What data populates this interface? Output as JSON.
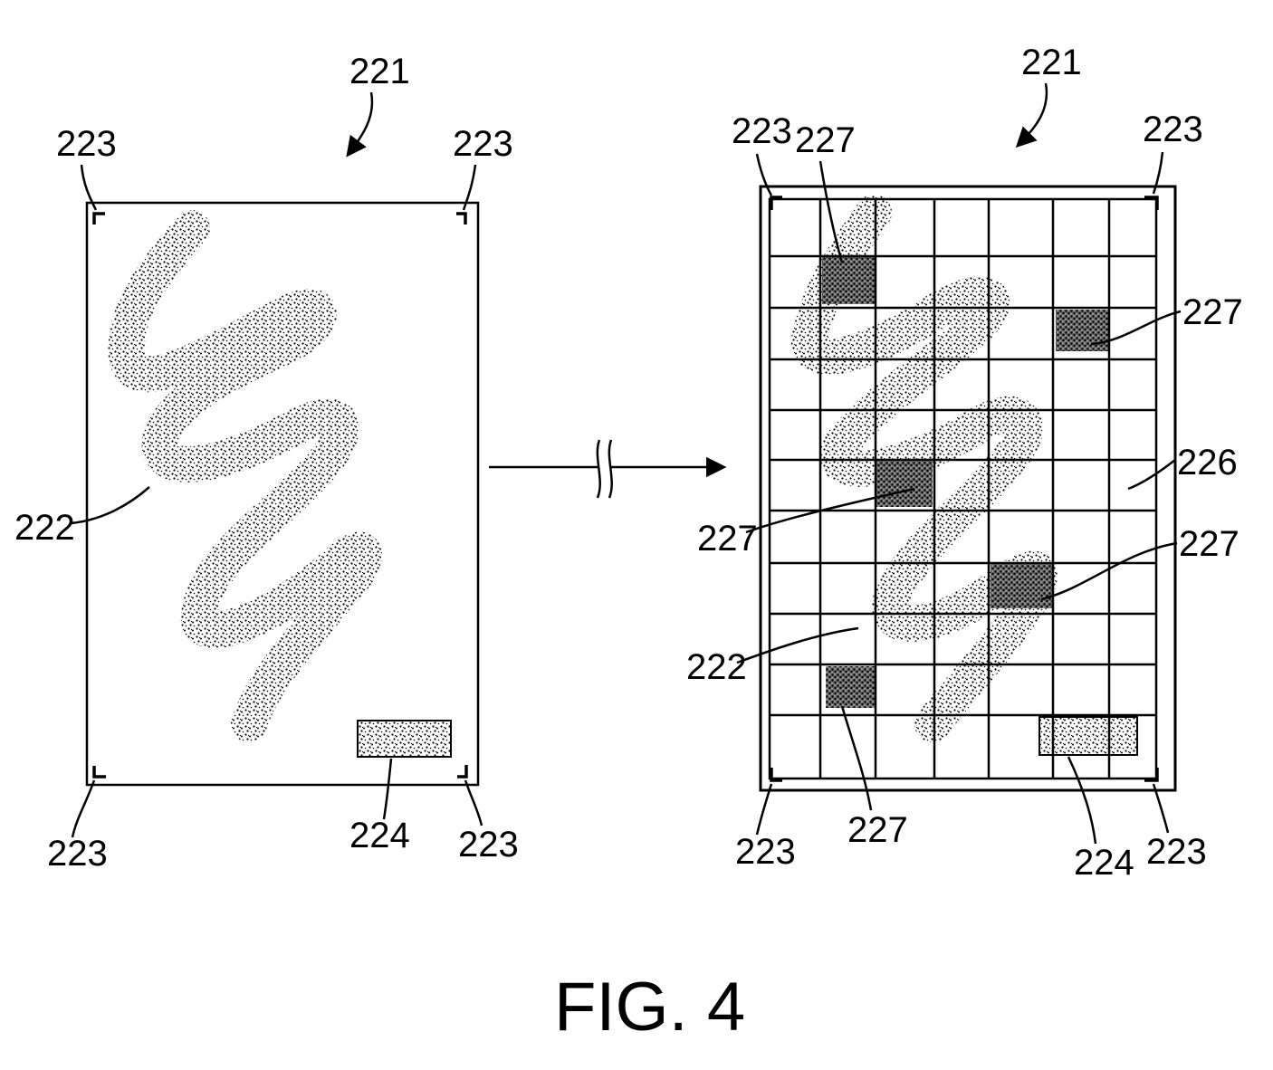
{
  "figure": {
    "caption": "FIG. 4",
    "left": {
      "ref_substrate": "221",
      "ref_marker_tl": "223",
      "ref_marker_tr": "223",
      "ref_marker_bl": "223",
      "ref_marker_br": "223",
      "ref_pattern": "222",
      "ref_label_area": "224"
    },
    "right": {
      "ref_substrate": "221",
      "ref_marker_tl": "223",
      "ref_marker_tr": "223",
      "ref_marker_bl": "223",
      "ref_marker_br": "223",
      "ref_pattern": "222",
      "ref_label_area": "224",
      "ref_grid": "226",
      "ref_cell_a": "227",
      "ref_cell_b": "227",
      "ref_cell_c": "227",
      "ref_cell_d": "227",
      "ref_cell_e": "227"
    },
    "colors": {
      "ink": "#000000",
      "paper": "#ffffff"
    }
  }
}
